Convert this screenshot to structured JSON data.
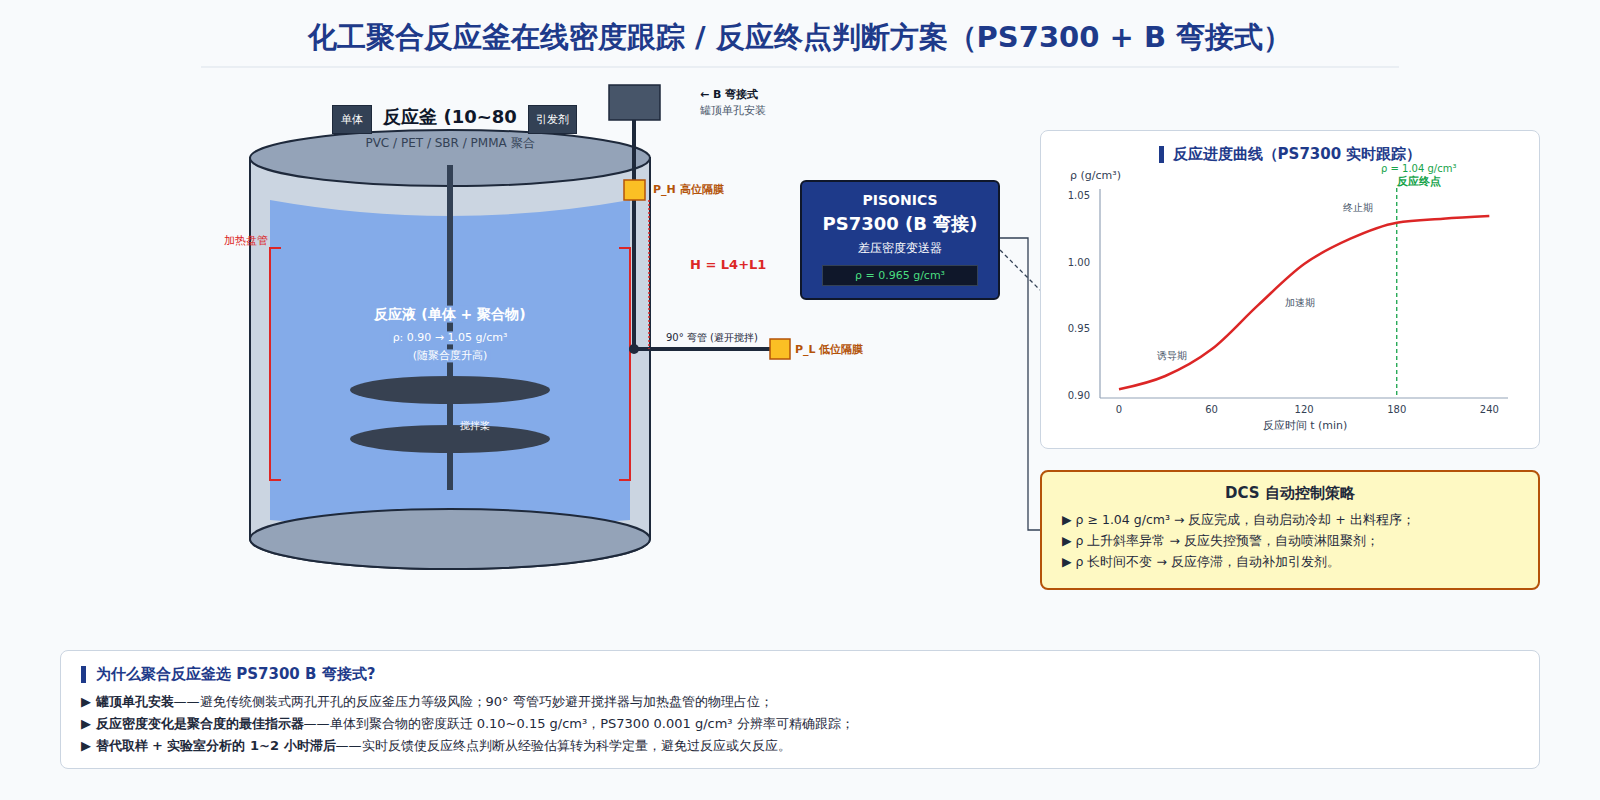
{
  "diagram": {
    "title": "化工聚合反应釜在线密度跟踪 / 反应终点判断方案（PS7300 + B 弯接式）",
    "nodes": [
      {
        "text": [
          "单体"
        ]
      },
      {
        "text": [
          "引发剂"
        ]
      },
      {
        "text": [
          "PISONICS",
          "PS7300 (B 弯接)",
          "差压密度变送器"
        ]
      },
      {
        "text": [
          "ρ = 0.965 g/cm³"
        ],
        "in": 2
      },
      {
        "text": [
          "反应进度曲线（PS7300 实时跟踪）"
        ]
      },
      {
        "text": [
          "DCS 自动控制策略",
          "▶ ρ ≥ 1.04 g/cm³ → 反应完成，自动启动冷却 + 出料程序；",
          "▶ ρ 上升斜率异常 → 反应失控预警，自动喷淋阻聚剂；",
          "▶ ρ 长时间不变 → 反应停滞，自动补加引发剂。"
        ]
      },
      {
        "text": [
          "为什么聚合反应釜选 PS7300 B 弯接式?",
          "▶ 罐顶单孔安装",
          "——避免传统侧装式两孔开孔的反应釜压力等级风险；90° 弯管巧妙避开搅拌器与加热盘管的物理占位；",
          "▶ 反应密度变化是聚合度的最佳指示器",
          "——单体到聚合物的密度跃迁 0.10~0.15 g/cm³，PS7300 0.001 g/cm³ 分辨率可精确跟踪；",
          "▶ 替代取样 + 实验室分析的 1~2 小时滞后",
          "——实时反馈使反应终点判断从经验估算转为科学定量，避免过反应或欠反应。"
        ]
      }
    ],
    "edges": [
      {
        "from": 2,
        "to": 4,
        "arrow": "none"
      },
      {
        "from": 2,
        "to": 5,
        "arrow": "none"
      }
    ],
    "labels": [
      "反应釜 (10~80",
      "PVC / PET / SBR / PMMA 聚合",
      "← B 弯接式",
      "罐顶单孔安装",
      "P_H 高位隔膜",
      "H = L4+L1",
      "90° 弯管 (避开搅拌)",
      "P_L 低位隔膜",
      "加热盘管",
      "反应液 (单体 + 聚合物)",
      "ρ: 0.90 → 1.05 g/cm³",
      "(随聚合度升高)",
      "搅拌桨",
      "ρ (g/cm³)",
      "1.05",
      "1.00",
      "0.95",
      "0.90",
      "0",
      "60",
      "120",
      "180",
      "240",
      "反应时间 t (min)",
      "诱导期",
      "加速期",
      "终止期",
      "ρ = 1.04 g/cm³",
      "反应终点"
    ]
  }
}
